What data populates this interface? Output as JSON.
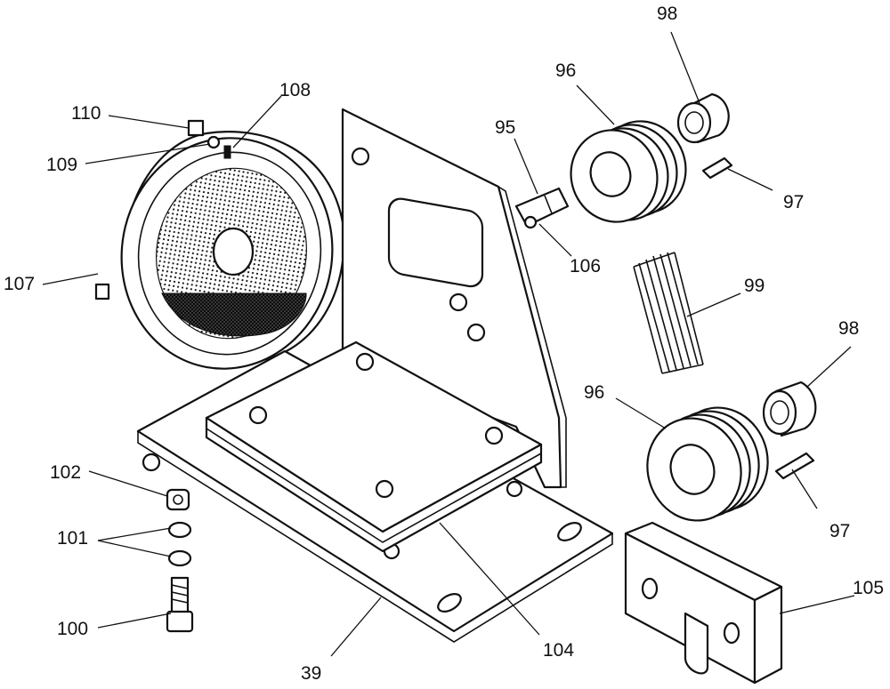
{
  "figure": {
    "labels": [
      {
        "id": "l98a",
        "text": "98"
      },
      {
        "id": "l96a",
        "text": "96"
      },
      {
        "id": "l95",
        "text": "95"
      },
      {
        "id": "l97a",
        "text": "97"
      },
      {
        "id": "l106",
        "text": "106"
      },
      {
        "id": "l110",
        "text": "110"
      },
      {
        "id": "l108",
        "text": "108"
      },
      {
        "id": "l109",
        "text": "109"
      },
      {
        "id": "l107",
        "text": "107"
      },
      {
        "id": "l99",
        "text": "99"
      },
      {
        "id": "l98b",
        "text": "98"
      },
      {
        "id": "l96b",
        "text": "96"
      },
      {
        "id": "l102",
        "text": "102"
      },
      {
        "id": "l101",
        "text": "101"
      },
      {
        "id": "l97b",
        "text": "97"
      },
      {
        "id": "l105",
        "text": "105"
      },
      {
        "id": "l100",
        "text": "100"
      },
      {
        "id": "l104",
        "text": "104"
      },
      {
        "id": "l39",
        "text": "39"
      }
    ]
  },
  "colors": {
    "ink": "#111111",
    "paper": "#ffffff"
  }
}
